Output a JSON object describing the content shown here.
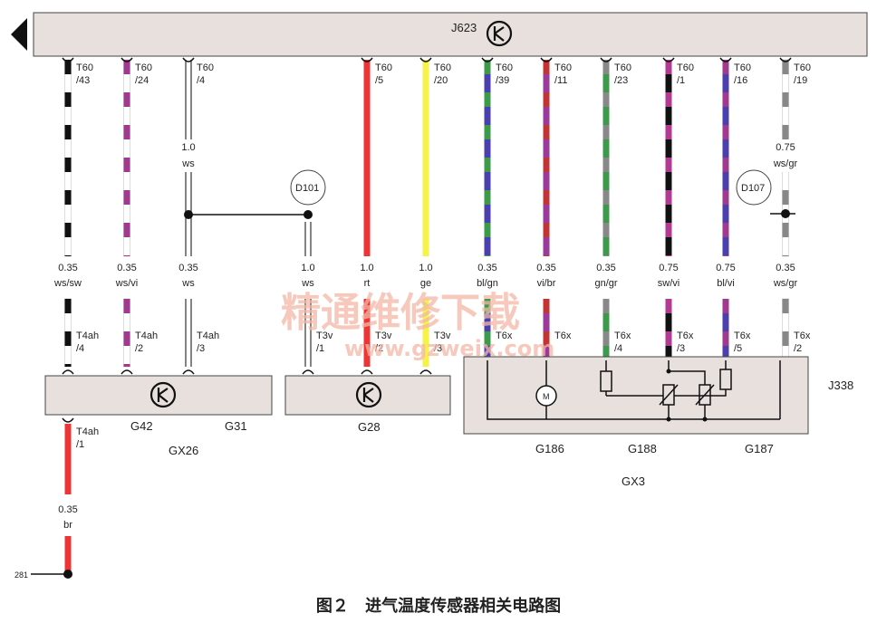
{
  "header": {
    "ecu_label": "J623",
    "ecu_symbol": "ecu-symbol-icon"
  },
  "wires": [
    {
      "pin_top": [
        "T60",
        "/43"
      ],
      "gauge": "0.35",
      "color_code": "ws/sw",
      "pin_bottom": [
        "T4ah",
        "/4"
      ],
      "colors": [
        "#ffffff",
        "#111111"
      ]
    },
    {
      "pin_top": [
        "T60",
        "/24"
      ],
      "gauge": "0.35",
      "color_code": "ws/vi",
      "pin_bottom": [
        "T4ah",
        "/2"
      ],
      "colors": [
        "#ffffff",
        "#a03a8e"
      ]
    },
    {
      "pin_top": [
        "T60",
        "/4"
      ],
      "gauge": "0.35",
      "color_code": "ws",
      "pin_bottom": [
        "T4ah",
        "/3"
      ],
      "colors": [
        "#ffffff"
      ],
      "upper_gauge": "1.0",
      "upper_code": "ws"
    },
    {
      "pin_top": [
        "",
        ""
      ],
      "gauge": "1.0",
      "color_code": "ws",
      "pin_bottom": [
        "T3v",
        "/1"
      ],
      "colors": [
        "#ffffff"
      ]
    },
    {
      "pin_top": [
        "T60",
        "/5"
      ],
      "gauge": "1.0",
      "color_code": "rt",
      "pin_bottom": [
        "T3v",
        "/2"
      ],
      "colors": [
        "#ee3535"
      ]
    },
    {
      "pin_top": [
        "T60",
        "/20"
      ],
      "gauge": "1.0",
      "color_code": "ge",
      "pin_bottom": [
        "T3v",
        "/3"
      ],
      "colors": [
        "#f6f24a"
      ]
    },
    {
      "pin_top": [
        "T60",
        "/39"
      ],
      "gauge": "0.35",
      "color_code": "bl/gn",
      "pin_bottom": [
        "T6x",
        ""
      ],
      "colors": [
        "#4b3fae",
        "#3c9a4a"
      ]
    },
    {
      "pin_top": [
        "T60",
        "/11"
      ],
      "gauge": "0.35",
      "color_code": "vi/br",
      "pin_bottom": [
        "T6x",
        ""
      ],
      "colors": [
        "#9a3a9a",
        "#c43434"
      ]
    },
    {
      "pin_top": [
        "T60",
        "/23"
      ],
      "gauge": "0.35",
      "color_code": "gn/gr",
      "pin_bottom": [
        "T6x",
        "/4"
      ],
      "colors": [
        "#3c9a4a",
        "#888888"
      ]
    },
    {
      "pin_top": [
        "T60",
        "/1"
      ],
      "gauge": "0.75",
      "color_code": "sw/vi",
      "pin_bottom": [
        "T6x",
        "/3"
      ],
      "colors": [
        "#111111",
        "#b23a92"
      ]
    },
    {
      "pin_top": [
        "T60",
        "/16"
      ],
      "gauge": "0.75",
      "color_code": "bl/vi",
      "pin_bottom": [
        "T6x",
        "/5"
      ],
      "colors": [
        "#4b3fae",
        "#a03a8e"
      ]
    },
    {
      "pin_top": [
        "T60",
        "/19"
      ],
      "gauge": "0.35",
      "color_code": "ws/gr",
      "pin_bottom": [
        "T6x",
        "/2"
      ],
      "colors": [
        "#ffffff",
        "#888888"
      ],
      "upper_gauge": "0.75",
      "upper_code": "ws/gr"
    }
  ],
  "splices": {
    "d101": "D101",
    "d107": "D107"
  },
  "components": {
    "g42": "G42",
    "g31": "G31",
    "gx26": "GX26",
    "g28": "G28",
    "g186": "G186",
    "g188": "G188",
    "g187": "G187",
    "gx3": "GX3",
    "j338": "J338",
    "motor": "M"
  },
  "ground": {
    "pin": [
      "T4ah",
      "/1"
    ],
    "gauge": "0.35",
    "color_code": "br",
    "ref": "281",
    "colors": [
      "#ee3535"
    ]
  },
  "watermark": {
    "text_cn": "精通维修下载",
    "text_url": "www.gzweix.com"
  },
  "caption": {
    "figure": "图２",
    "title": "进气温度传感器相关电路图"
  }
}
